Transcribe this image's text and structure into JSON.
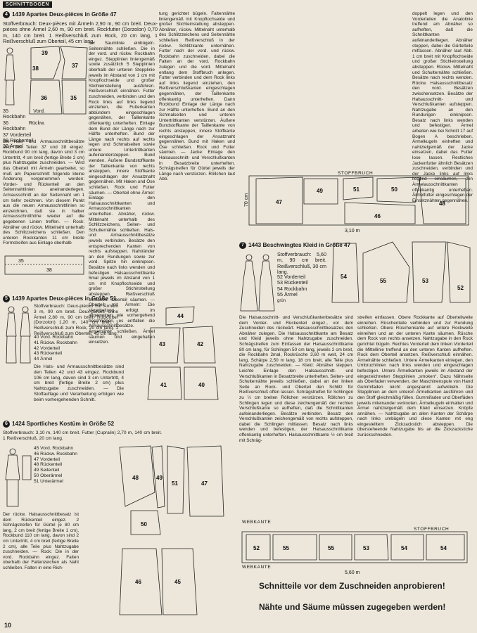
{
  "header": {
    "tag": "SCHNITTBOGEN"
  },
  "section4": {
    "number": "4",
    "title": "1439 Apartes Deux-pièces in Größe 47",
    "intro": "Stoffverbrauch: Deux-pièces mit Ärmeln 2,90 m, 90 cm breit. Deux-pièces ohne Ärmel 2,60 m, 90 cm breit. Rockfutter (Dorzolon) 0,70 m, 140 cm breit. 1 Reißverschluß zum Rock, 20 cm lang, 1 Reißverschluß zum Oberteil, 45 cm lang.",
    "pieces": [
      "35 Vord. Rockbahn",
      "36 Rückw. Rockbahn",
      "37 Vorderteil",
      "38 Rückenteil",
      "39 Ärmel"
    ],
    "text_left": "Die Hals- und Armausschnittbesätze sind den Teilen 37 und 38 eingez. Rockbund 90 cm lang, davon sind 3 cm Untertritt, 4 cm breit (fertige Breite 2 cm) plus Nahtzugabe zuschneiden. — Wird das Oberteil mit Ärmeln gearbeitet, so muß am Papierschnitt folgende kleine Änderung vorgenommen werden: Vorder- und Rückenteil an den Seitennahtlinien aneinanderlegen. Armausschnitt an der Seitennaht um 1 cm tiefer zeichnen. Von diesem Punkt aus die neuen Armausschnittlinien so einzeichnen, daß sie in halber Armausschnitthöhe wieder auf die gegebenen Linien treffen. — Rock: Abnäher und rückw. Mittelnaht unterhalb des Schlitzzeichens schließen. Den unteren Rockkanten 11 cm breite Formstreifen aus Einlage oberhalb",
    "text_mid": "der Saumlinie einbügeln. Seitennähte schließen. Die in der vord. und rückw. Rockbahn eingez. Stepplinien liniengemäß sowie zusätzlich 5 Stepplinien oberhalb der unteren Stepplinie jeweils im Abstand von 1 cm mit Knopflochseide und großer Stichleinstellung ausführen. Reißverschluß einnähen. Futter zuschneiden, verbinden und den Rock links auf links liegend einziehen, die Futterkanten abbündern eingeschlagen gegenähen, der Taillenkante offenkantig unterheften. Einlage dem Bund der Länge nach zur Hälfte unterheften. Bund der Länge nach rechts auf rechts legen und Schmalseiten sowie untere Untertrittkanten aufeinandersteppen. Bund wenden. Äußere Bundstoffkante der Taillenkante von rechts ansteppen, innere Stoffkante eingeschlagen der Ansatznaht gegennähen. Mit Haken und Öse schließen. Rock und Futter säumen. — Oberteil ohne Ärmel: Einlage den Halsausschnittkanten und Armausschnittkanten unterheften. Abnäher, rückw. Mittelnaht unterhalb des Schlitzzeichens, Seiten- und Schulternähte schließen. Hals- und Armausschnittbesätze jeweils verbinden. Besätze den entsprechenden Kanten von rechts aufsteppen. Nahtränder an den Rundungen sowie zur vord. Spitze hin einknipsen. Besätze nach links wenden und befestigen. Halsausschnittkante 5mal jeweils im Abstand von 1 cm mit Knopflochseide und großer Stichinstellung absteppen. Reißverschluß einnähen. Oberteil säumen. — Oberteil mit Ärmeln: Die Verarbeitung erfolgt im allgemeinen wie vorhergehend beschrieben, es entfallen die Armausschnittbesätze. Ärmelnähte schließen. Ärmel säumen und eingehalten einsetzen.",
    "text_right_a": "tung gerichtet bügeln. Faltennähte liniengemäß mit Knopflochseide und großer Stichleinstellung absteppen. Abnäher, rückw. Mittelnaht unterhalb des Schlitzzeichens und Seitennähte schließen. Reißverschluß in der rückw. Schlitzkante unternähen. Futter nach der vord. und rückw. Rockbahn zuschneiden, dabei die Falten an der vord. Rockbahn zulegen und die vord. Mittelnaht entlang dem Stoffbruch anlegen. Futter verbinden und dem Rock links auf links liegend einziehen, den Reißverschlußkanten eingeschlagen gegennähen, der Taillenkante offenkantig unterheften. Dann Rockbund Einlage der Länge nach zur Hälfte unterheften. Bund an den Schmalseiten und unteren Untertrittkanten verstürzen. Äußere Bundstoffkante der Taillenkante von rechts ansteppen, innere Stoffkante eingeschlagen der Ansatznaht gegennähen. Bund mit Haken und Öse schließen. Rock und Futter säumen. — Jacke: Einlage den Halsausschnitt- und Verschlußkanten in Besatzbreite unterheften. Schrägstreifen für Gürtel jeweils der Länge nach verstürzen. Röllchen laut Abb.",
    "text_right_b": "doppelt legen und den Vorderteilen die Anatolinie treffend am Abnäher so aufheften, daß die Schnittkanten aufeinanderliegen. Abnäher steppen, dabei die Gürtelteile mitfassen. Abnäher laut Abb. 1 cm breit mit Knopflochseide und großer Stichleinstellung absteppen. Rückw. Mittelnaht und Schulternähte schließen. Besätze nach rechts wenden. Rückw. Halsausschnittbesatz den vord. Besätzen zwischensetzen. Besätze der Halsausschnitt- und Verschlußkanten aufsteppen. Nahtzugabe an den Rundungen einknipsen. Besatz nach links wenden und befestigen. Ärmel arbeiten wie bei Schnitt 17 auf Bogen A beschrieben. Ärmelkugeln einheften und nahtzielgemäß der Jacke einsetzen, dabei das Futter lose lassen. Restliches Jackenfutter ähnlich Besätzen zuschneiden, verbinden und der Jacke links auf links liegend einsäumen, den Ärmelausschnittkanten offenkantig unterheften. Ärmelfutter eingeschlagen der Einsetznähten gegennähen."
  },
  "layout1": {
    "width": "3,10 m",
    "height": "70 cm",
    "fold_label": "STOFFBRUCH",
    "pieces": [
      "47",
      "46",
      "49",
      "50",
      "51",
      "48"
    ]
  },
  "section7": {
    "number": "7",
    "title": "1443 Beschwingtes Kleid in Größe 47",
    "intro": "Stoffverbrauch: 5,60 m, 90 cm breit. Reißverschluß, 30 cm lang.",
    "pieces": [
      "52 Vorderteil",
      "53 Rückenteil",
      "54 Rockbahn",
      "55 Ärmel"
    ],
    "color_label": "grün",
    "text_a": "Die Halsausschnitt- und Verschlußkantenbesätze sind dem Vorder- und Rückenteil eingez., vor dem Zuschneiden des rückwärt. Halsausschnittbesatzes den Abnäher zulegen. Die Halsausschnittkante am Besatz und Kleid jeweils ohne Nahtzugabe zuschneiden. Schrägstreifen zum Einfassen der Halsausschnittkante 80 cm lang, für Schlingen 50 cm lang, jeweils 2 cm breit, die Rockbahn 2mal, Rockrüsche 3,60 m weit, 24 cm lang, Schärpe 2,50 m lang, 18 cm breit, alle Teile plus Nahtzugabe zuschneiden. — Kleid: Abnäher steppen. Leichte Einlage den Halsausschnitt- und Verschlußkanten in Besatzbreite unterheften. Seiten- und Schulternähte jeweils schließen, dabei an der linken Seite an Rock- und Oberteil den Schlitz für Reißverschluß offen lassen. Schrägstreifen für Schlingen zu ½ cm breiten Röllchen verstürzen. Röllchen zu Schlingen legen und diese zeichengemäß der rechten Verschlußkante so aufheften, daß die Schnittkanten aufeinanderliegen. Besätze verbinden. Besatz den Verschlußkanten zeichengemäß von rechts aufsteppen, dabei die Schlingen mitfassen. Besatz nach links wenden und befestigen, der Halsausschnittkante offenkantig unterheften. Halsausschnittkante ½ cm breit mit Schräg-",
    "text_b": "streifen einfassen. Obere Rockkante auf Oberteilweite einreihen. Rüschenteile verbinden und zur Rundung schließen. Obere Rüschenkante auf untere Rockweite einreihen und an der unteren Kante säumen. Rüsche dem Rock von rechts ansetzen. Nahtzugabe in den Rock gerichtet bügeln. Rechtes Vorderteil dem linken Vorderteil die Mittellinie treffend an den unteren Kanten aufheften. Rock dem Oberteil ansetzen. Reißverschluß einnähen. Ärmelnähte schließen. Untere Ärmelkanten einlegen, den Umbruchlinien nach links wenden und eingeschlagen befestigen. Untere Ärmelkanten jeweils im Abstand der eingezeichneten Stepplinien „smoken“. Dazu Nährseite als Oberfaden verwenden, der Maschinenspule von Hand Gummifaden leicht angespannt aufwickeln. Die Stepplinien an dem unteren Ärmelkanten ausführen und den Stoff gleichmäßig füllen. Gummifaden und Oberfäden jeweils miteinander verknoten. Ärmelkugeln einhalten und Ärmel nahtzielgemäß dem Kleid einsetzen. Knöpfe annähen. — Nahtzugabe an allen Kanten der Schärpe nach links umbügeln und diese Kanten mit eng eingestelltem Zickzackstich absteppen. Die übersteheende Nahtzugabe bis an die Zickzackstiche zurückschneiden."
  },
  "section5": {
    "number": "5",
    "title": "1439 Apartes Deux-pièces in Größe 51",
    "intro": "Stoffverbrauch: Deux-pièces mit Ärmeln 3 m, 90 cm breit. Deux-pièces ohne Ärmel 2,80 m, 90 cm breit. Rockfutter (Dorzolon) 1,20 m, 140 cm breit. 1 Reißverschluß zum Rock, 20 cm lang. 1 Reißverschluß zum Oberteil, 45 cm lang.",
    "pieces": [
      "40 Vord. Rockbahn",
      "41 Rückw. Rockbahn",
      "42 Vorderteil",
      "43 Rückenteil",
      "44 Ärmel"
    ],
    "text": "Die Hals- und Armausschnittbesätze sind den Teilen 42 und 43 eingez. Rockbund 106 cm lang, davon sind 3 cm Untertritt, 4 cm breit (fertige Breite 2 cm) plus Nahtzugabe zuschneiden. — Die Stoffauflage und Verarbeitung erfolgen wie beim vorhergehenden Schnitt."
  },
  "section6": {
    "number": "6",
    "title": "1424 Sportliches Kostüm in Größe 52",
    "intro": "Stoffverbrauch: 3,10 m, 140 cm breit. Futter (Cupralin) 2,70 m, 140 cm breit. 1 Reißverschluß, 20 cm lang.",
    "pieces": [
      "45 Vord. Rockbahn",
      "46 Rückw. Rockbahn",
      "47 Vorderteil",
      "48 Rückenteil",
      "49 Seitenteil",
      "50 Oberärmel",
      "51 Unterärmel"
    ],
    "text": "Der rückw. Halsausschnittbesatz ist dem Rückenteil eingez. 2 Schrägstreifen für Gürtel je 80 cm lang, 2 cm breit (fertige Breite 1 cm), Rockbund 110 cm lang, davon sind 2 cm Untertritt, 4 cm breit (fertige Breite 2 cm), alle Teile plus Nahtzugabe zuschneiden. — Rock: Die in der vord. Rockbahn eingez. Falten oberhalb der Faltenzeichen als Naht schließen. Falten in eine Rich-"
  },
  "layout2": {
    "width": "5,60 m",
    "label_top": "WEBKANTE",
    "label_bottom": "WEBKANTE",
    "fold_label": "STOFFBRUCH",
    "pieces": [
      "55",
      "55",
      "53",
      "52",
      "54",
      "54"
    ]
  },
  "notices": [
    "Schnitteile vor dem Zuschneiden anprobieren!",
    "Nähte und Säume müssen zugegeben werden!"
  ],
  "page_number": "10"
}
